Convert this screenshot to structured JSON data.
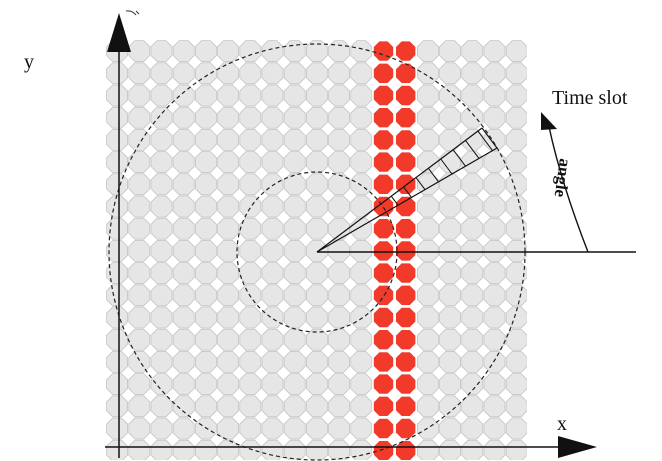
{
  "labels": {
    "y_axis": "y",
    "x_axis": "x",
    "time_slot": "Time slot",
    "angle": "angle"
  },
  "colors": {
    "cell_fill": "#e6e6e6",
    "cell_stroke": "#c4c4c4",
    "highlight": "#f23a2b",
    "axis": "#111111",
    "dashed": "#222222"
  },
  "grid": {
    "columns": 19,
    "rows": 19,
    "highlight_columns": [
      12,
      13
    ]
  },
  "icons": [
    "x-arrowhead-icon",
    "y-arrowhead-icon",
    "rotation-arrow-icon"
  ]
}
